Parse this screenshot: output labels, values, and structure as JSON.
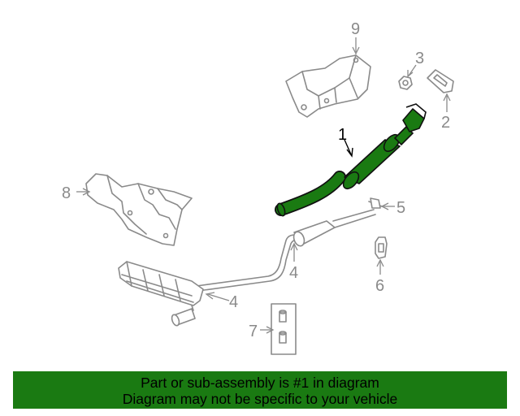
{
  "callouts": {
    "c1": "1",
    "c2": "2",
    "c3": "3",
    "c4a": "4",
    "c4b": "4",
    "c5": "5",
    "c6": "6",
    "c7": "7",
    "c8": "8",
    "c9": "9"
  },
  "banner": {
    "line1": "Part or sub-assembly is #1 in diagram",
    "line2": "Diagram may not be specific to your vehicle"
  },
  "colors": {
    "highlight": "#1a7a12",
    "part_outline": "#8a8a8a"
  }
}
